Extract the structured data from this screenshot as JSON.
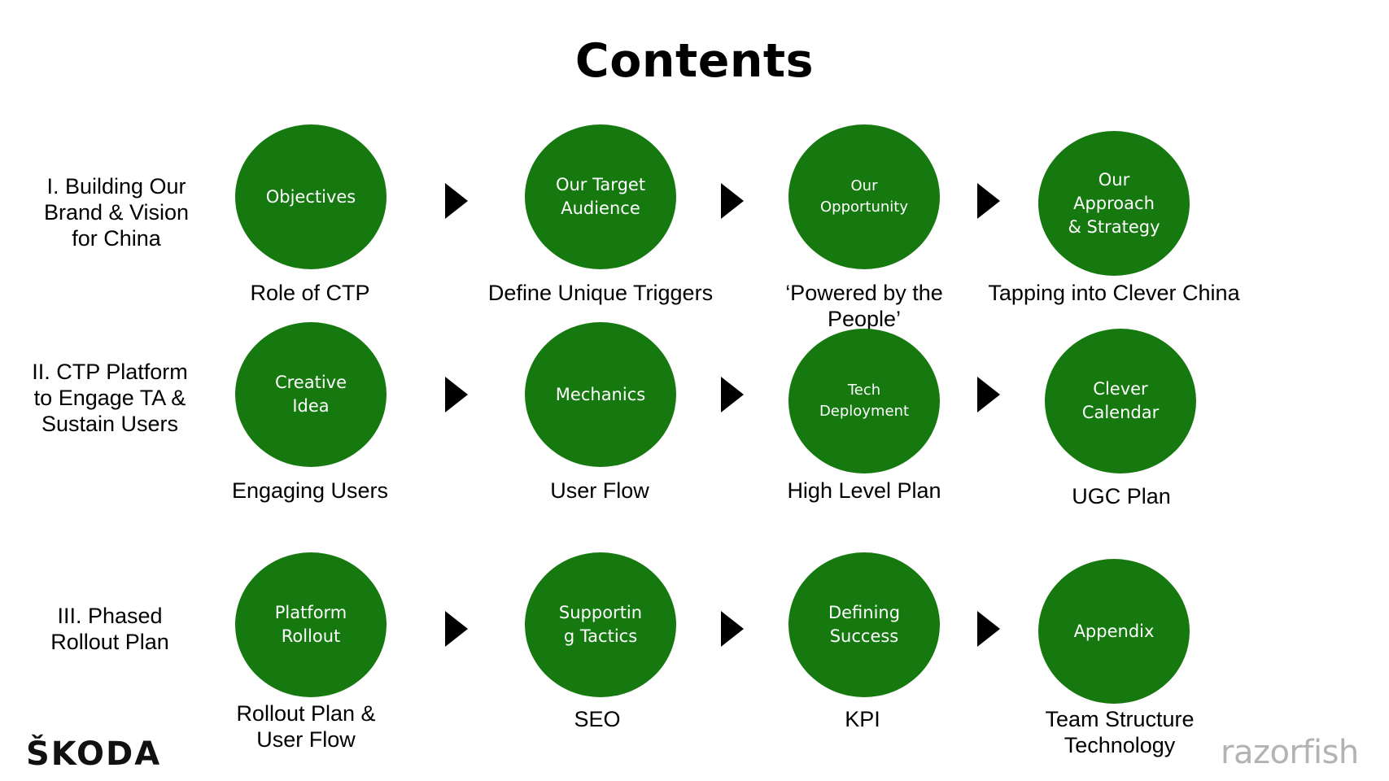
{
  "title": "Contents",
  "colors": {
    "circle": "#15790f",
    "circle_text": "#ffffff",
    "arrow": "#000000"
  },
  "rows": [
    {
      "label": "I. Building Our\nBrand & Vision\nfor China",
      "items": [
        {
          "circle": "Objectives",
          "caption": "Role of CTP"
        },
        {
          "circle": "Our Target\nAudience",
          "caption": "Define Unique Triggers"
        },
        {
          "circle": "Our\nOpportunity",
          "caption": "‘Powered by the\nPeople’"
        },
        {
          "circle": "Our\nApproach\n& Strategy",
          "caption": "Tapping into Clever China"
        }
      ]
    },
    {
      "label": "II. CTP Platform\nto Engage TA &\nSustain Users",
      "items": [
        {
          "circle": "Creative\nIdea",
          "caption": "Engaging Users"
        },
        {
          "circle": "Mechanics",
          "caption": "User Flow"
        },
        {
          "circle": "Tech\nDeployment",
          "caption": "High Level Plan"
        },
        {
          "circle": "Clever\nCalendar",
          "caption": "UGC Plan"
        }
      ]
    },
    {
      "label": "III. Phased\nRollout Plan",
      "items": [
        {
          "circle": "Platform\nRollout",
          "caption": "Rollout Plan &\nUser Flow"
        },
        {
          "circle": "Supportin\ng Tactics",
          "caption": "SEO"
        },
        {
          "circle": "Defining\nSuccess",
          "caption": "KPI"
        },
        {
          "circle": "Appendix",
          "caption": "Team Structure\nTechnology"
        }
      ]
    }
  ],
  "logos": {
    "left": "ŠKODA",
    "right": "razorfish"
  }
}
